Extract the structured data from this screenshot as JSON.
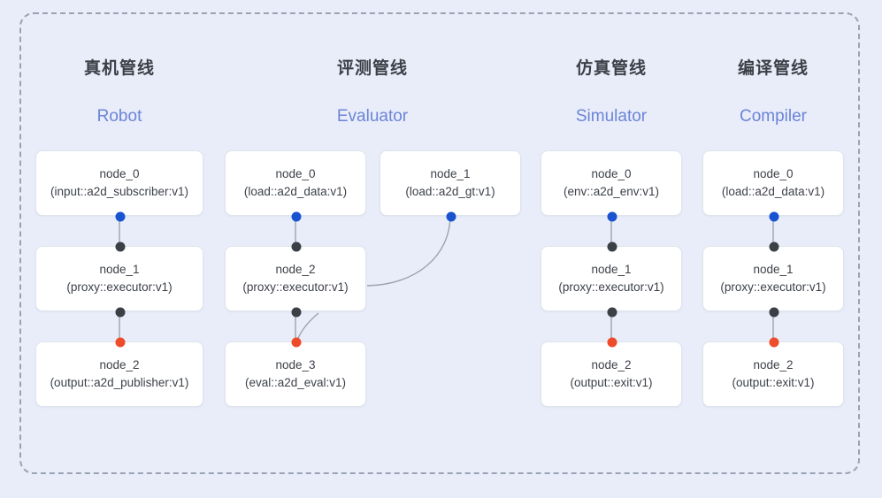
{
  "diagram": {
    "title_hidden": "",
    "frame": {
      "style": "dashed-rounded-container"
    },
    "columns": [
      {
        "id": "robot",
        "title_cn": "真机管线",
        "title_en": "Robot",
        "nodes": [
          {
            "name": "node_0",
            "spec": "(input::a2d_subscriber:v1)"
          },
          {
            "name": "node_1",
            "spec": "(proxy::executor:v1)"
          },
          {
            "name": "node_2",
            "spec": "(output::a2d_publisher:v1)"
          }
        ]
      },
      {
        "id": "evaluator",
        "title_cn": "评测管线",
        "title_en": "Evaluator",
        "nodes": [
          {
            "name": "node_0",
            "spec": "(load::a2d_data:v1)"
          },
          {
            "name": "node_1",
            "spec": "(load::a2d_gt:v1)"
          },
          {
            "name": "node_2",
            "spec": "(proxy::executor:v1)"
          },
          {
            "name": "node_3",
            "spec": "(eval::a2d_eval:v1)"
          }
        ]
      },
      {
        "id": "simulator",
        "title_cn": "仿真管线",
        "title_en": "Simulator",
        "nodes": [
          {
            "name": "node_0",
            "spec": "(env::a2d_env:v1)"
          },
          {
            "name": "node_1",
            "spec": "(proxy::executor:v1)"
          },
          {
            "name": "node_2",
            "spec": "(output::exit:v1)"
          }
        ]
      },
      {
        "id": "compiler",
        "title_cn": "编译管线",
        "title_en": "Compiler",
        "nodes": [
          {
            "name": "node_0",
            "spec": "(load::a2d_data:v1)"
          },
          {
            "name": "node_1",
            "spec": "(proxy::executor:v1)"
          },
          {
            "name": "node_2",
            "spec": "(output::exit:v1)"
          }
        ]
      }
    ],
    "colors": {
      "background": "#e9edfa",
      "node_fill": "#ffffff",
      "node_border": "#dfe3ea",
      "port_output": "#1a53d0",
      "port_input": "#3b3f46",
      "port_terminal": "#ee4b2b",
      "edge": "#9aa3b2",
      "title_cn": "#3b3f46",
      "title_en": "#6b84d6",
      "frame_border": "#9aa2b4"
    }
  }
}
